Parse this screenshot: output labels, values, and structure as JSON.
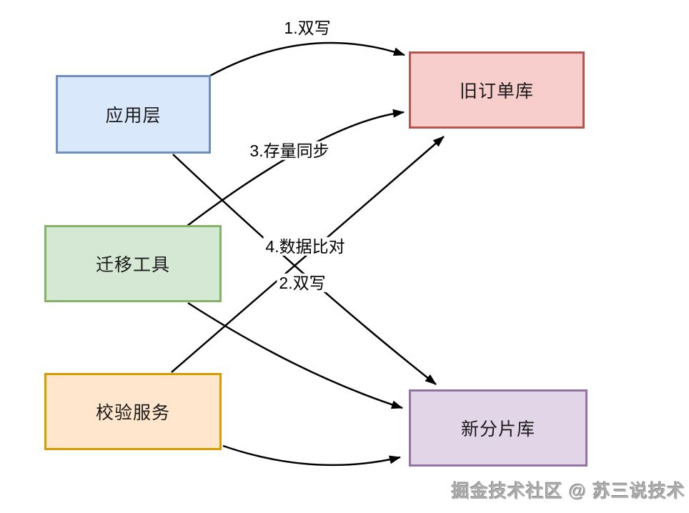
{
  "diagram": {
    "title_implicit": "数据库迁移双写架构图",
    "nodes": [
      {
        "id": "app",
        "label": "应用层",
        "fill": "#dae8fc",
        "border": "#6d8ebf"
      },
      {
        "id": "migration",
        "label": "迁移工具",
        "fill": "#d5e8d4",
        "border": "#82b366"
      },
      {
        "id": "validation",
        "label": "校验服务",
        "fill": "#ffe6cc",
        "border": "#d79b00"
      },
      {
        "id": "old_db",
        "label": "旧订单库",
        "fill": "#f8cecc",
        "border": "#b85450"
      },
      {
        "id": "new_db",
        "label": "新分片库",
        "fill": "#e1d5e7",
        "border": "#9673a6"
      }
    ],
    "edges": [
      {
        "label": "1.双写",
        "from": "应用层",
        "to": "旧订单库"
      },
      {
        "label": "2.双写",
        "from": "应用层",
        "to": "新分片库"
      },
      {
        "label": "3.存量同步",
        "from": "迁移工具",
        "to": "旧订单库"
      },
      {
        "label": "4.数据比对",
        "from": "校验服务",
        "to": "旧订单库"
      },
      {
        "label": "",
        "from": "迁移工具",
        "to": "新分片库"
      },
      {
        "label": "",
        "from": "校验服务",
        "to": "新分片库"
      }
    ],
    "arrow_color": "#000000",
    "background_color": "#ffffff"
  },
  "watermark": {
    "text": "掘金技术社区 @ 苏三说技术",
    "color": "#aeaeae"
  }
}
